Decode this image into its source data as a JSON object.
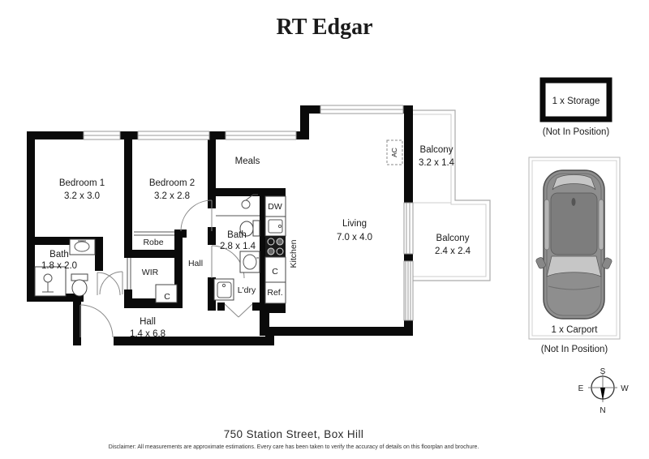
{
  "brand": {
    "logo": "RT Edgar"
  },
  "rooms": {
    "bedroom1": {
      "name": "Bedroom 1",
      "dims": "3.2 x 3.0"
    },
    "bedroom2": {
      "name": "Bedroom 2",
      "dims": "3.2 x 2.8"
    },
    "meals": {
      "name": "Meals"
    },
    "living": {
      "name": "Living",
      "dims": "7.0 x 4.0"
    },
    "balcony1": {
      "name": "Balcony",
      "dims": "3.2 x 1.4"
    },
    "balcony2": {
      "name": "Balcony",
      "dims": "2.4 x 2.4"
    },
    "bath1": {
      "name": "Bath",
      "dims": "1.8 x 2.0"
    },
    "bath2": {
      "name": "Bath",
      "dims": "2.8 x 1.4"
    },
    "robe": {
      "name": "Robe"
    },
    "wir": {
      "name": "WIR"
    },
    "hall_corridor": {
      "name": "Hall"
    },
    "hall_main": {
      "name": "Hall",
      "dims": "1.4 x 6.8"
    },
    "kitchen": {
      "name": "Kitchen"
    },
    "laundry": {
      "name": "L'dry"
    }
  },
  "fixtures": {
    "dw": "DW",
    "ref": "Ref.",
    "closet_hall": "C",
    "closet_kitchen": "C",
    "ac": "AC"
  },
  "annex": {
    "storage_label": "1 x Storage",
    "storage_note": "(Not In Position)",
    "carport_label": "1 x Carport",
    "carport_note": "(Not In Position)"
  },
  "compass": {
    "n": "N",
    "s": "S",
    "e": "E",
    "w": "W"
  },
  "footer": {
    "address": "750 Station Street, Box Hill",
    "disclaimer": "Disclaimer: All measurements are approximate estimations. Every care has been taken to verify the accuracy of details on this floorplan and brochure."
  },
  "colors": {
    "walls": "#0a0a0a",
    "car_body": "#8e8e8e",
    "car_glass": "#c6c6c6",
    "outline_gray": "#aaaaaa"
  }
}
